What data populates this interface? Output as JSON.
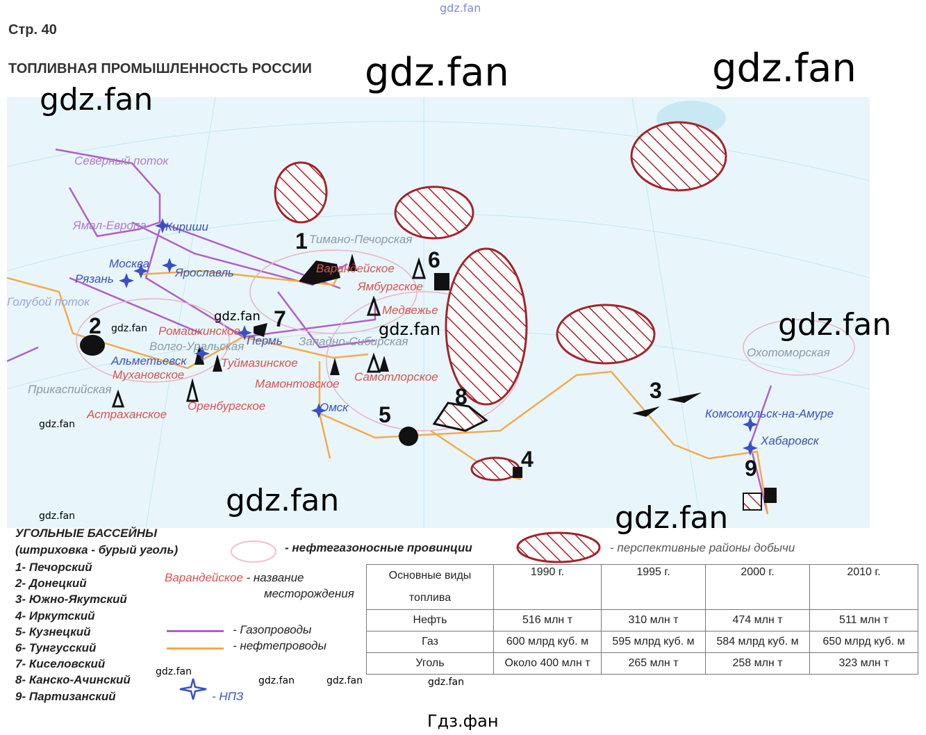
{
  "page": {
    "number": "Стр. 40",
    "title": "ТОПЛИВНАЯ ПРОМЫШЛЕННОСТЬ РОССИИ",
    "footer": "Гдз.фан"
  },
  "watermark": "gdz.fan",
  "map": {
    "basin_numbers": [
      "1",
      "2",
      "3",
      "4",
      "5",
      "6",
      "7",
      "8",
      "9"
    ],
    "pipelines_gas": [
      "Северный поток",
      "Ямал-Европа",
      "Голубой поток"
    ],
    "provinces": [
      "Тимано-Печорская",
      "Западно-Сибирская",
      "Волго-Уральская",
      "Прикаспийская",
      "Охотоморская"
    ],
    "deposits": [
      "Варандейское",
      "Ямбургское",
      "Медвежье",
      "Ромашкинское",
      "Туймазинское",
      "Мухановское",
      "Мамонтовское",
      "Самотлорское",
      "Оренбургское",
      "Астраханское"
    ],
    "refineries": [
      "Кириши",
      "Москва",
      "Ярославль",
      "Рязань",
      "Пермь",
      "Альметьевск",
      "Омск",
      "Комсомольск-на-Амуре",
      "Хабаровск"
    ]
  },
  "legend": {
    "coal_title": "УГОЛЬНЫЕ БАССЕЙНЫ",
    "coal_subtitle": "(штриховка - бурый уголь)",
    "basins": [
      "1- Печорский",
      "2- Донецкий",
      "3- Южно-Якутский",
      "4- Иркутский",
      "5- Кузнецкий",
      "6- Тунгусский",
      "7- Киселовский",
      "8- Канско-Ачинский",
      "9- Партизанский"
    ],
    "province_label": "- нефтегазоносные провинции",
    "prospective_label": "- перспективные районы добычи",
    "deposit_example": "Варандейское",
    "deposit_desc1": " - название",
    "deposit_desc2": "месторождения",
    "gas_pipeline": "- Газопроводы",
    "oil_pipeline": "- нефтепроводы",
    "refinery": "- НПЗ",
    "colors": {
      "gas": "#b05ec8",
      "oil": "#f5a94a",
      "prospective": "#a3232a"
    }
  },
  "table": {
    "headers": [
      "Основные виды топлива",
      "1990 г.",
      "1995 г.",
      "2000 г.",
      "2010 г."
    ],
    "rows": [
      [
        "Нефть",
        "516 млн т",
        "310 млн т",
        "474 млн т",
        "511 млн т"
      ],
      [
        "Газ",
        "600 млрд куб. м",
        "595 млрд куб. м",
        "584 млрд куб. м",
        "650 млрд куб. м"
      ],
      [
        "Уголь",
        "Около 400 млн т",
        "265 млн т",
        "258 млн т",
        "323 млн т"
      ]
    ]
  }
}
